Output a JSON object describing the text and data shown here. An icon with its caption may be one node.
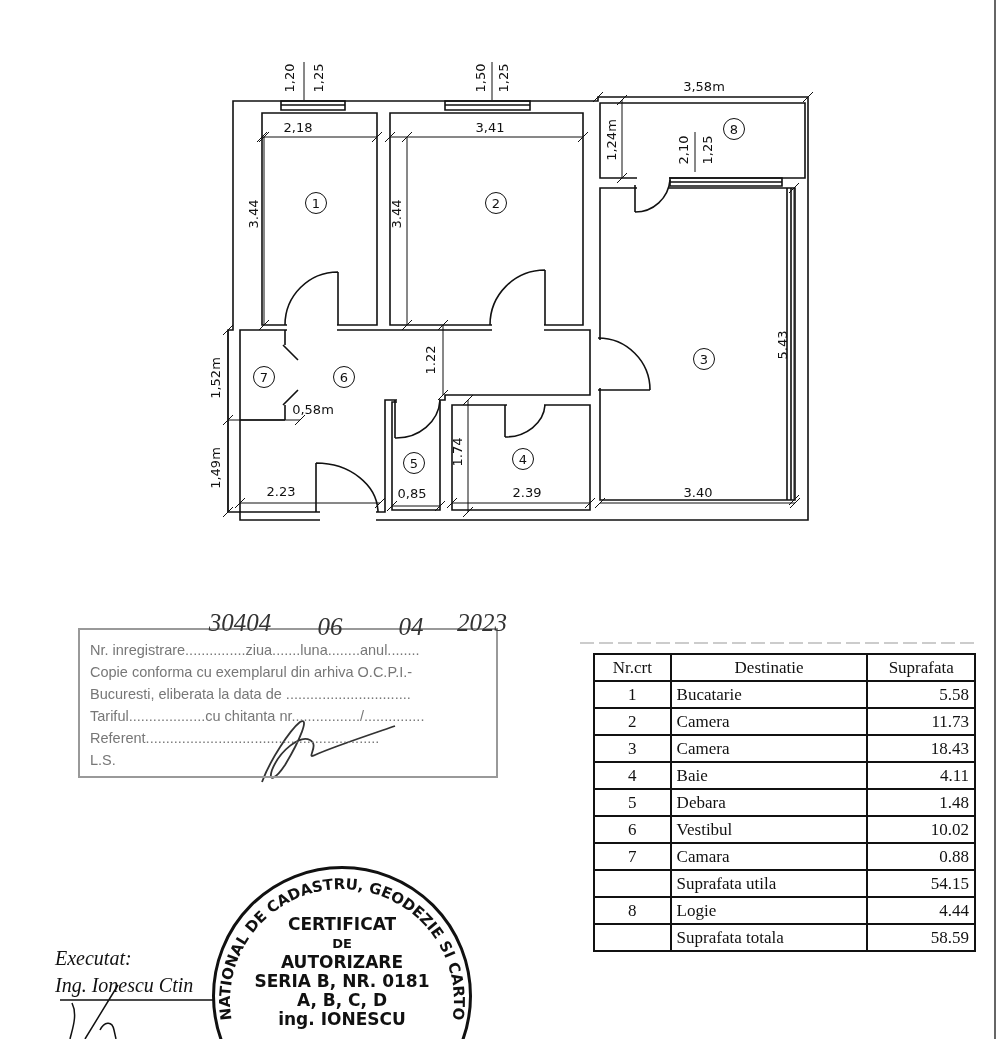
{
  "diagram": {
    "nodes": [
      {
        "text": [
          "8"
        ]
      },
      {
        "text": [
          "1"
        ]
      },
      {
        "text": [
          "2"
        ]
      },
      {
        "text": [
          "3"
        ]
      },
      {
        "text": [
          "7"
        ]
      },
      {
        "text": [
          "6"
        ]
      },
      {
        "text": [
          "4"
        ]
      },
      {
        "text": [
          "5"
        ]
      },
      {
        "text": [
          "Nr. inregistrare...............ziua.......luna........anul........",
          "Copie conforma cu exemplarul din arhiva O.C.P.I.-",
          "Bucuresti, eliberata la data de ...............................",
          "Tariful...................cu chitanta nr................./...............",
          "Referent..........................................................",
          "L.S."
        ]
      },
      {
        "text": [
          "NATIONAL DE CADASTRU, GEODEZIE SI CARTO",
          "CERTIFICAT",
          "DE",
          "AUTORIZARE",
          "SERIA B, NR. 0181",
          "A, B, C, D",
          "ing. IONESCU"
        ]
      }
    ],
    "labels": [
      "1,20",
      "1,25",
      "1,50",
      "1,25",
      "3,58m",
      "2,18",
      "3,41",
      "1,24m",
      "2,10",
      "1,25",
      "3.44",
      "3.44",
      "5.43",
      "1,52m",
      "1.22",
      "0,58m",
      "1.74",
      "1,49m",
      "2.23",
      "0,85",
      "2.39",
      "3.40",
      "30404",
      "06",
      "04",
      "2023",
      "Nr.crt",
      "Destinatie",
      "Suprafata",
      "1",
      "Bucatarie",
      "5.58",
      "2",
      "Camera",
      "11.73",
      "3",
      "Camera",
      "18.43",
      "4",
      "Baie",
      "4.11",
      "5",
      "Debara",
      "1.48",
      "6",
      "Vestibul",
      "10.02",
      "7",
      "Camara",
      "0.88",
      "Suprafata utila",
      "54.15",
      "8",
      "Logie",
      "4.44",
      "Suprafata totala",
      "58.59",
      "Executat:",
      "Ing. Ionescu Ctin"
    ]
  }
}
